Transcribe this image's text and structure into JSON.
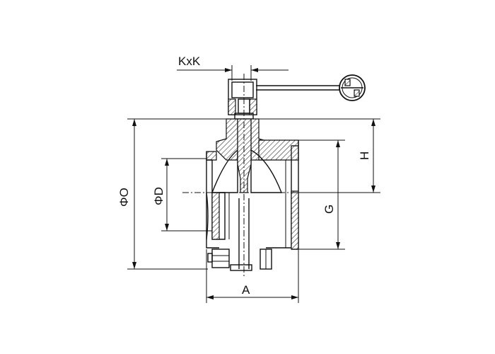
{
  "labels": {
    "kxk": "KxK",
    "h": "H",
    "g": "G",
    "phi_o": "ΦO",
    "phi_d": "ΦD",
    "a": "A"
  },
  "colors": {
    "line": "#111111",
    "background": "#ffffff"
  }
}
